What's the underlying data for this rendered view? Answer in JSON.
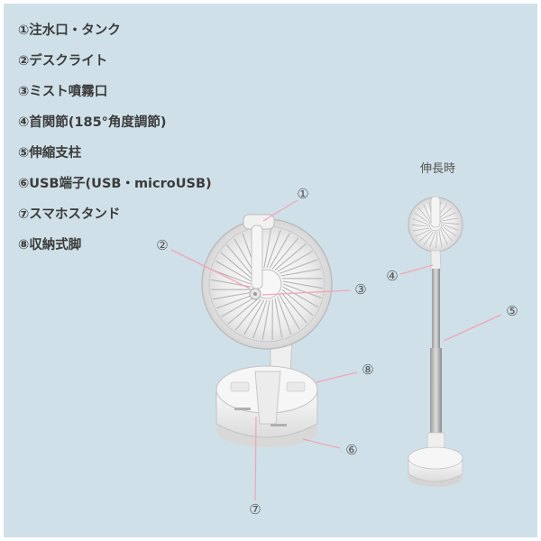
{
  "features": [
    {
      "label": "①注水口・タンク"
    },
    {
      "label": "②デスクライト"
    },
    {
      "label": "③ミスト噴霧口"
    },
    {
      "label": "④首関節(185°角度調節)"
    },
    {
      "label": "⑤伸縮支柱"
    },
    {
      "label": "⑥USB端子(USB・microUSB)"
    },
    {
      "label": "⑦スマホスタンド"
    },
    {
      "label": "⑧収納式脚"
    }
  ],
  "callouts": {
    "c1": "①",
    "c2": "②",
    "c3": "③",
    "c4": "④",
    "c5": "⑤",
    "c6": "⑥",
    "c7": "⑦",
    "c8": "⑧"
  },
  "extended_label": "伸長時",
  "colors": {
    "background": "#cfe0e8",
    "leader_line": "#f2a6b8",
    "product_white": "#f4f4f4",
    "product_grey": "#b9b9b9"
  }
}
